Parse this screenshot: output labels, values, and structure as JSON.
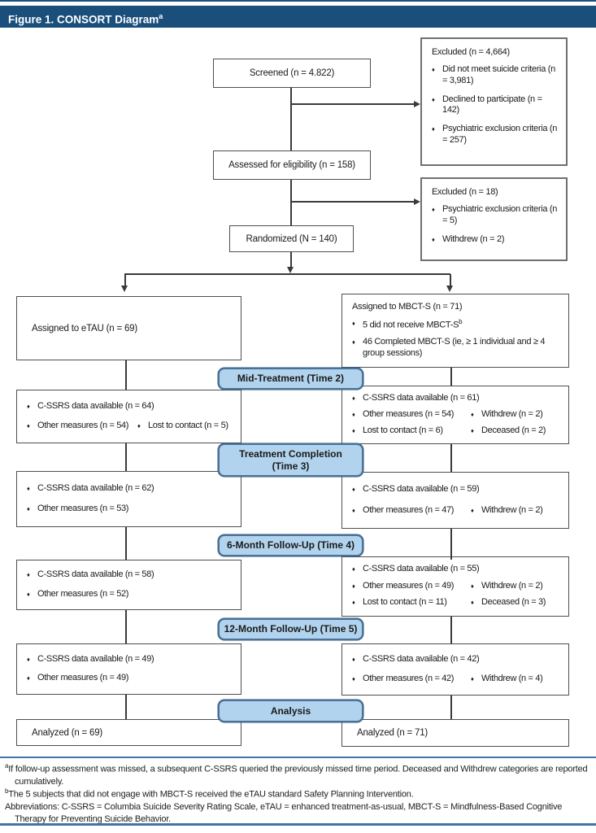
{
  "header": {
    "title": "Figure 1. CONSORT Diagram",
    "title_sup": "a"
  },
  "icons": {
    "bullet_glyph": "♦"
  },
  "colors": {
    "header_bg": "#1a4e7b",
    "stage_label_fill": "#b2d3ed",
    "stage_label_border": "#4a7298",
    "rule_blue": "#3f74a5",
    "box_border": "#4f4f4f"
  },
  "flow": {
    "screened": "Screened (n = 4.822)",
    "excluded1": {
      "title": "Excluded (n = 4,664)",
      "items": [
        "Did not meet suicide criteria (n = 3,981)",
        "Declined to participate (n = 142)",
        "Psychiatric exclusion criteria (n = 257)"
      ]
    },
    "assessed": "Assessed for eligibility (n = 158)",
    "excluded2": {
      "title": "Excluded (n = 18)",
      "items": [
        "Psychiatric exclusion criteria (n = 5)",
        "Withdrew (n = 2)"
      ]
    },
    "randomized": "Randomized (N = 140)",
    "assigned_left": "Assigned to eTAU (n = 69)",
    "assigned_right": {
      "title": "Assigned to MBCT-S (n = 71)",
      "items": [
        {
          "text": "5 did not receive MBCT-S",
          "sup": "b"
        },
        {
          "text": "46 Completed MBCT-S (ie, ≥ 1 individual and ≥ 4 group sessions)"
        }
      ]
    }
  },
  "stages": {
    "t2": {
      "label": "Mid-Treatment (Time 2)",
      "left": {
        "rows": [
          [
            "C-SSRS data available (n = 64)"
          ],
          [
            "Other measures (n = 54)",
            "Lost to contact (n = 5)"
          ]
        ]
      },
      "right": {
        "rows": [
          [
            "C-SSRS data available (n = 61)"
          ],
          [
            "Other measures (n = 54)",
            "Withdrew (n = 2)"
          ],
          [
            "Lost to contact (n = 6)",
            "Deceased (n = 2)"
          ]
        ]
      }
    },
    "t3": {
      "label_line1": "Treatment Completion",
      "label_line2": "(Time 3)",
      "left": {
        "rows": [
          [
            "C-SSRS data available (n = 62)"
          ],
          [
            "Other measures (n = 53)"
          ]
        ]
      },
      "right": {
        "rows": [
          [
            "C-SSRS data available (n = 59)"
          ],
          [
            "Other measures (n = 47)",
            "Withdrew (n = 2)"
          ]
        ]
      }
    },
    "t4": {
      "label": "6-Month Follow-Up (Time 4)",
      "left": {
        "rows": [
          [
            "C-SSRS data available (n = 58)"
          ],
          [
            "Other measures (n = 52)"
          ]
        ]
      },
      "right": {
        "rows": [
          [
            "C-SSRS data available (n = 55)"
          ],
          [
            "Other measures (n = 49)",
            "Withdrew (n = 2)"
          ],
          [
            "Lost to contact (n = 11)",
            "Deceased (n = 3)"
          ]
        ]
      }
    },
    "t5": {
      "label": "12-Month Follow-Up (Time 5)",
      "left": {
        "rows": [
          [
            "C-SSRS data available (n = 49)"
          ],
          [
            "Other measures (n = 49)"
          ]
        ]
      },
      "right": {
        "rows": [
          [
            "C-SSRS data available (n = 42)"
          ],
          [
            "Other measures (n = 42)",
            "Withdrew (n = 4)"
          ]
        ]
      }
    },
    "analysis": {
      "label": "Analysis",
      "left": "Analyzed (n = 69)",
      "right": "Analyzed (n = 71)"
    }
  },
  "footnotes": {
    "a_sup": "a",
    "a_text": "If follow-up assessment was missed, a subsequent C-SSRS queried the previously missed time period. Deceased and Withdrew categories are reported cumulatively.",
    "b_sup": "b",
    "b_text": "The 5 subjects that did not engage with MBCT-S received the eTAU standard Safety Planning Intervention.",
    "abbreviations": "Abbreviations: C-SSRS = Columbia Suicide Severity Rating Scale, eTAU = enhanced treatment-as-usual, MBCT-S = Mindfulness-Based Cognitive Therapy for Preventing Suicide Behavior."
  }
}
